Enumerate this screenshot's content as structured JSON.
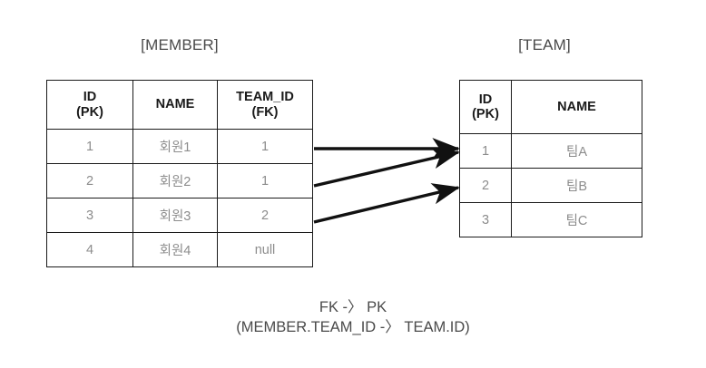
{
  "diagram": {
    "member_table": {
      "title": "[MEMBER]",
      "columns": [
        {
          "name": "ID",
          "key": "(PK)"
        },
        {
          "name": "NAME",
          "key": ""
        },
        {
          "name": "TEAM_ID",
          "key": "(FK)"
        }
      ],
      "rows": [
        {
          "id": "1",
          "name": "회원1",
          "team_id": "1"
        },
        {
          "id": "2",
          "name": "회원2",
          "team_id": "1"
        },
        {
          "id": "3",
          "name": "회원3",
          "team_id": "2"
        },
        {
          "id": "4",
          "name": "회원4",
          "team_id": "null"
        }
      ]
    },
    "team_table": {
      "title": "[TEAM]",
      "columns": [
        {
          "name": "ID",
          "key": "(PK)"
        },
        {
          "name": "NAME",
          "key": ""
        }
      ],
      "rows": [
        {
          "id": "1",
          "name": "팀A"
        },
        {
          "id": "2",
          "name": "팀B"
        },
        {
          "id": "3",
          "name": "팀C"
        }
      ]
    },
    "relations": [
      {
        "from_row": "1",
        "from_value": "1",
        "to_row": "1"
      },
      {
        "from_row": "2",
        "from_value": "1",
        "to_row": "1"
      },
      {
        "from_row": "3",
        "from_value": "2",
        "to_row": "2"
      }
    ],
    "caption": {
      "line1": "FK -〉 PK",
      "line2": "(MEMBER.TEAM_ID -〉 TEAM.ID)"
    },
    "colors": {
      "border": "#1a1a1a",
      "header_text": "#1a1a1a",
      "cell_text": "#8c8c8c",
      "title_text": "#4a4a4a",
      "arrow": "#111111",
      "background": "#ffffff"
    }
  }
}
